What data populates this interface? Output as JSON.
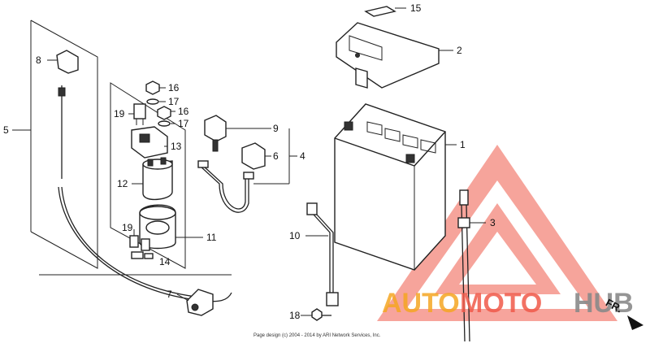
{
  "callouts": {
    "c1": "1",
    "c2": "2",
    "c3": "3",
    "c4": "4",
    "c5": "5",
    "c6": "6",
    "c7": "7",
    "c8": "8",
    "c9": "9",
    "c10": "10",
    "c11": "11",
    "c12": "12",
    "c13": "13",
    "c14": "14",
    "c15": "15",
    "c16a": "16",
    "c16b": "16",
    "c17a": "17",
    "c17b": "17",
    "c18": "18",
    "c19a": "19",
    "c19b": "19"
  },
  "copyright": "Page design (c) 2004 - 2014 by ARI Network Services, Inc.",
  "direction": "FR.",
  "watermark": {
    "part1": "AUTO",
    "part2": "MOTO",
    "part3": "HUB",
    "colors": {
      "auto": "#f5a623",
      "moto": "#f05a4a",
      "hub": "#8a8a8a",
      "triangle": "#f05a4a"
    }
  }
}
